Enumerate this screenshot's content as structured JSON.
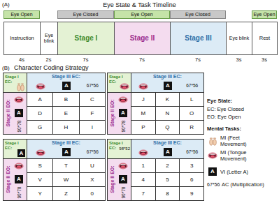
{
  "diagram": {
    "nodes": [
      {
        "text": [
          "Eye Open"
        ]
      },
      {
        "text": [
          "Eye Closed"
        ]
      },
      {
        "text": [
          "Eye Open"
        ]
      },
      {
        "text": [
          "Eye Closed"
        ]
      },
      {
        "text": [
          "Eye Open"
        ]
      },
      {
        "text": [
          "Instruction"
        ]
      },
      {
        "text": [
          "Eye blink"
        ]
      },
      {
        "text": [
          "Stage I"
        ]
      },
      {
        "text": [
          "Stage II"
        ]
      },
      {
        "text": [
          "Stage III"
        ]
      },
      {
        "text": [
          "Eye blink"
        ]
      },
      {
        "text": [
          "Rest"
        ]
      },
      {
        "text": [
          "Stage I EC:"
        ]
      },
      {
        "text": [
          "Stage III EC:"
        ]
      },
      {
        "text": [
          "Stage II EO:"
        ]
      },
      {
        "text": [
          "Stage I EC:"
        ]
      },
      {
        "text": [
          "Stage III EC:"
        ]
      },
      {
        "text": [
          "Stage II EO:"
        ]
      },
      {
        "text": [
          "Stage I EC:"
        ]
      },
      {
        "text": [
          "Stage III EC:"
        ]
      },
      {
        "text": [
          "Stage II EO:"
        ]
      },
      {
        "text": [
          "Stage I EC:"
        ]
      },
      {
        "text": [
          "Stage III EC:"
        ]
      },
      {
        "text": [
          "Stage II EO:"
        ]
      }
    ],
    "labels": [
      "(A)",
      "Eye State & Task Timeline",
      "4s",
      "2s",
      "7s",
      "7s",
      "7s",
      "3s",
      "3s",
      "(B)",
      "Character Coding Strategy",
      "A",
      "67*56",
      "A",
      "90*78",
      "A",
      "B",
      "C",
      "D",
      "E",
      "F",
      "G",
      "H",
      "I",
      "A",
      "67*56",
      "A",
      "90*78",
      "J",
      "K",
      "L",
      "M",
      "N",
      "O",
      "P",
      "Q",
      "R",
      "A",
      "A",
      "67*56",
      "A",
      "90*78",
      "S",
      "T",
      "U",
      "V",
      "W",
      "X",
      "Y",
      "Z",
      "0",
      "98*52",
      "A",
      "67*56",
      "A",
      "90*78",
      "1",
      "2",
      "3",
      "4",
      "5",
      "6",
      "7",
      "8",
      "9",
      "Eye State:",
      "EC: Eye Closed",
      "EO: Eye Open",
      "Mental Tasks:",
      "A",
      "67*56"
    ],
    "legend": [
      {
        "text": "MI (Feet Movement)"
      },
      {
        "text": "MI (Tongue Movement)"
      },
      {
        "text": "VI (Letter A)"
      },
      {
        "text": "AC (Multiplication)"
      }
    ]
  }
}
